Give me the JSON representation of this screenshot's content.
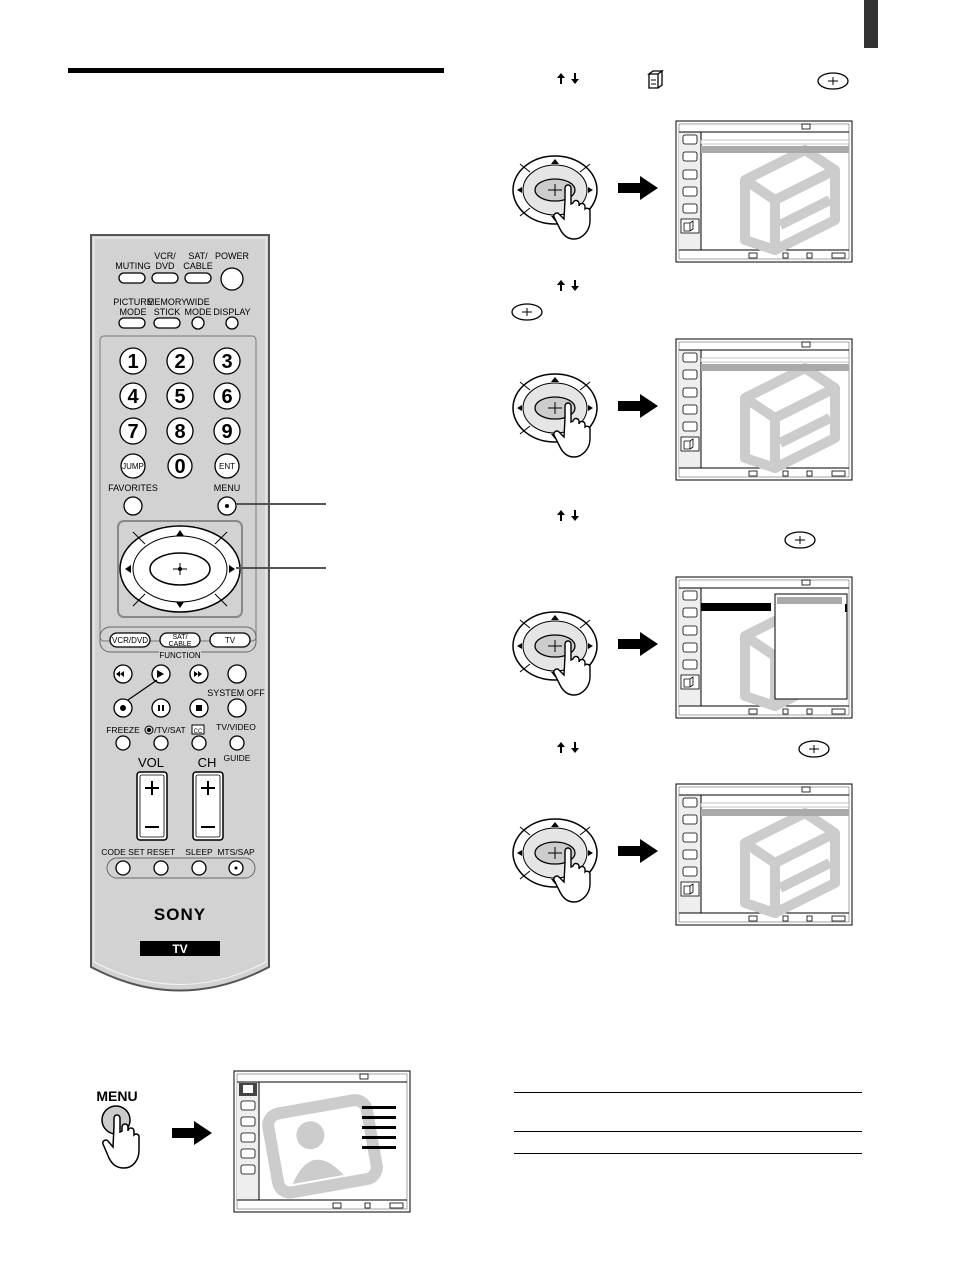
{
  "remote": {
    "muting": "MUTING",
    "vcr_dvd": [
      "VCR/",
      "DVD"
    ],
    "sat_cable": [
      "SAT/",
      "CABLE"
    ],
    "power": "POWER",
    "picture_mode": [
      "PICTURE",
      "MODE"
    ],
    "memory_stick": [
      "MEMORY",
      "STICK"
    ],
    "wide_mode": [
      "WIDE",
      "MODE"
    ],
    "display": "DISPLAY",
    "digits": [
      "1",
      "2",
      "3",
      "4",
      "5",
      "6",
      "7",
      "8",
      "9"
    ],
    "jump": "JUMP",
    "zero": "0",
    "ent": "ENT",
    "favorites": "FAVORITES",
    "menu": "MENU",
    "func_vcr_dvd": "VCR/DVD",
    "func_sat_cable": [
      "SAT/",
      "CABLE"
    ],
    "func_tv": "TV",
    "function_label": "FUNCTION",
    "system_off": "SYSTEM OFF",
    "freeze": "FREEZE",
    "tv_sat": "/TV/SAT",
    "cc": "CC",
    "tv_video": "TV/VIDEO",
    "guide": "GUIDE",
    "vol": "VOL",
    "ch": "CH",
    "code_set": "CODE SET",
    "reset": "RESET",
    "sleep": "SLEEP",
    "mts_sap": "MTS/SAP",
    "brand": "SONY",
    "tv_badge": "TV"
  },
  "menu_step": {
    "button_label": "MENU"
  }
}
